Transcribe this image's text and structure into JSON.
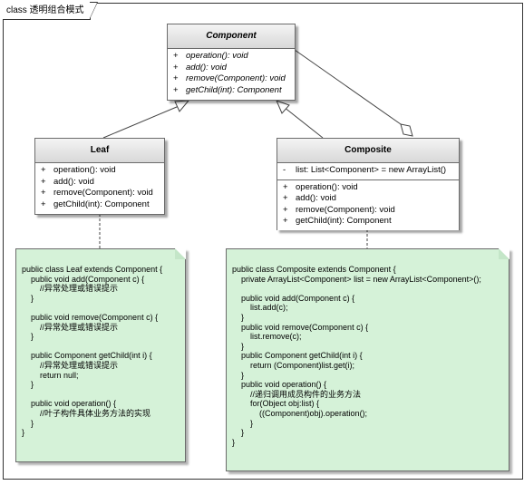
{
  "frame": {
    "label": "class 透明组合模式"
  },
  "component": {
    "name": "Component",
    "operations": [
      {
        "vis": "+",
        "text": "operation(): void"
      },
      {
        "vis": "+",
        "text": "add(): void"
      },
      {
        "vis": "+",
        "text": "remove(Component): void"
      },
      {
        "vis": "+",
        "text": "getChild(int): Component"
      }
    ]
  },
  "leaf": {
    "name": "Leaf",
    "operations": [
      {
        "vis": "+",
        "text": "operation(): void"
      },
      {
        "vis": "+",
        "text": "add(): void"
      },
      {
        "vis": "+",
        "text": "remove(Component): void"
      },
      {
        "vis": "+",
        "text": "getChild(int): Component"
      }
    ]
  },
  "composite": {
    "name": "Composite",
    "attributes": [
      {
        "vis": "-",
        "text": "list: List<Component> = new ArrayList()"
      }
    ],
    "operations": [
      {
        "vis": "+",
        "text": "operation(): void"
      },
      {
        "vis": "+",
        "text": "add(): void"
      },
      {
        "vis": "+",
        "text": "remove(Component): void"
      },
      {
        "vis": "+",
        "text": "getChild(int): Component"
      }
    ]
  },
  "leaf_note": {
    "lines": [
      "public class Leaf extends Component {",
      "    public void add(Component c) {",
      "        //异常处理或错误提示",
      "    }",
      "",
      "    public void remove(Component c) {",
      "        //异常处理或错误提示",
      "    }",
      "",
      "    public Component getChild(int i) {",
      "        //异常处理或错误提示",
      "        return null;",
      "    }",
      "",
      "    public void operation() {",
      "        //叶子构件具体业务方法的实现",
      "    }",
      "}"
    ]
  },
  "composite_note": {
    "lines": [
      "public class Composite extends Component {",
      "    private ArrayList<Component> list = new ArrayList<Component>();",
      "",
      "    public void add(Component c) {",
      "        list.add(c);",
      "    }",
      "    public void remove(Component c) {",
      "        list.remove(c);",
      "    }",
      "    public Component getChild(int i) {",
      "        return (Component)list.get(i);",
      "    }",
      "    public void operation() {",
      "        //递归调用成员构件的业务方法",
      "        for(Object obj:list) {",
      "            ((Component)obj).operation();",
      "        }",
      "    }",
      "}"
    ]
  }
}
